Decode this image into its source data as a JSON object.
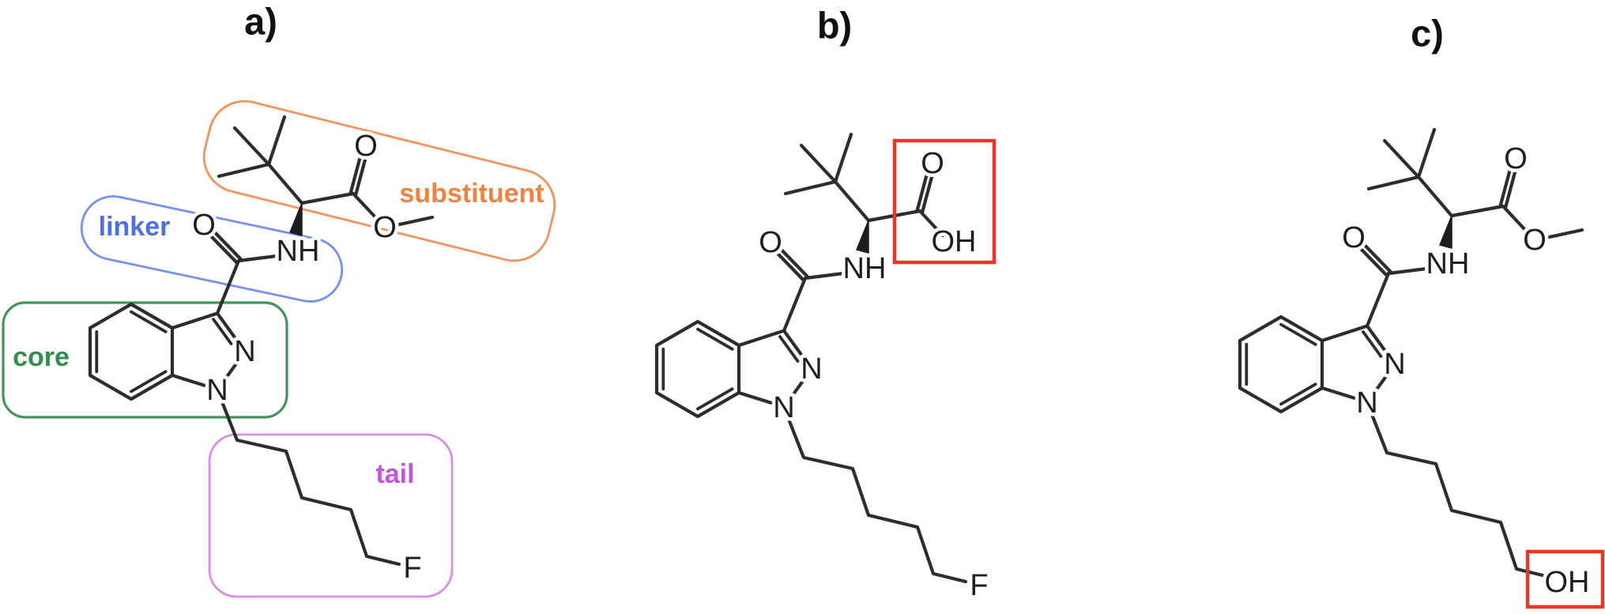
{
  "figure": {
    "type": "chemical-structure-figure",
    "background": "#ffffff",
    "bond_color": "#2d2d2d",
    "panels": [
      {
        "title": "a)",
        "atoms": {
          "amide_o": "O",
          "amide_nh": "NH",
          "carbonyl_o": "O",
          "ester_o": "O",
          "ring_n2": "N",
          "ring_n1": "N",
          "tail_end": "F"
        },
        "regions": [
          {
            "label": "substituent",
            "color": "#F5823C"
          },
          {
            "label": "linker",
            "color": "#4A6FE8"
          },
          {
            "label": "core",
            "color": "#2F9148"
          },
          {
            "label": "tail",
            "color": "#C454E0"
          }
        ]
      },
      {
        "title": "b)",
        "highlight_color": "#EE3524",
        "atoms": {
          "amide_o": "O",
          "amide_nh": "NH",
          "carbonyl_o": "O",
          "acid_oh": "OH",
          "ring_n2": "N",
          "ring_n1": "N",
          "tail_end": "F"
        }
      },
      {
        "title": "c)",
        "highlight_color": "#EE3524",
        "atoms": {
          "amide_o": "O",
          "amide_nh": "NH",
          "carbonyl_o": "O",
          "ester_o": "O",
          "ring_n2": "N",
          "ring_n1": "N",
          "tail_end": "OH"
        }
      }
    ]
  }
}
